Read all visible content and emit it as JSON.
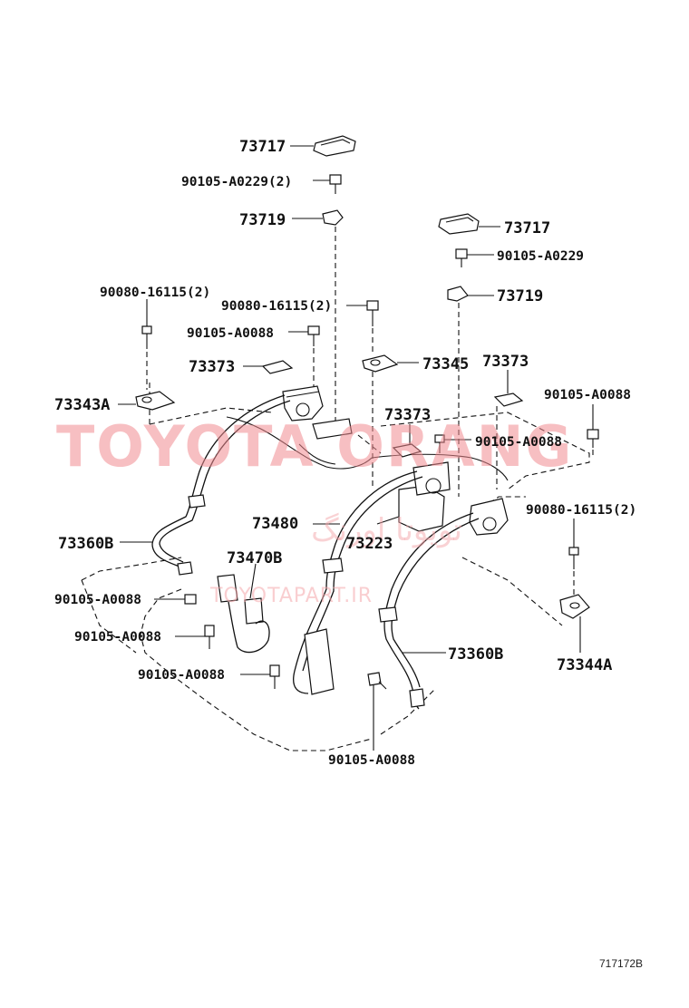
{
  "figure_number": "717172B",
  "watermark": {
    "brand": "TOYOTA ORANG",
    "persian": "تویوتا اورنگ",
    "url": "TOYOTAPART.IR"
  },
  "callouts": {
    "c73717_top": "73717",
    "c90105_A0229_2": "90105-A0229(2)",
    "c73719_top": "73719",
    "c73717_right": "73717",
    "c90105_A0229": "90105-A0229",
    "c73719_right": "73719",
    "c90080_16115_2_left": "90080-16115(2)",
    "c90080_16115_2_mid": "90080-16115(2)",
    "c90105_A0088_top": "90105-A0088",
    "c73373_left": "73373",
    "c73345": "73345",
    "c73373_right": "73373",
    "c90105_A0088_right": "90105-A0088",
    "c73343A": "73343A",
    "c73373_mid": "73373",
    "c90105_A0088_mid": "90105-A0088",
    "c90080_16115_2_right": "90080-16115(2)",
    "c73480": "73480",
    "c73223": "73223",
    "c73360B_left": "73360B",
    "c73470B": "73470B",
    "c90105_A0088_l1": "90105-A0088",
    "c90105_A0088_l2": "90105-A0088",
    "c90105_A0088_l3": "90105-A0088",
    "c73360B_right": "73360B",
    "c73344A": "73344A",
    "c90105_A0088_bottom": "90105-A0088"
  }
}
